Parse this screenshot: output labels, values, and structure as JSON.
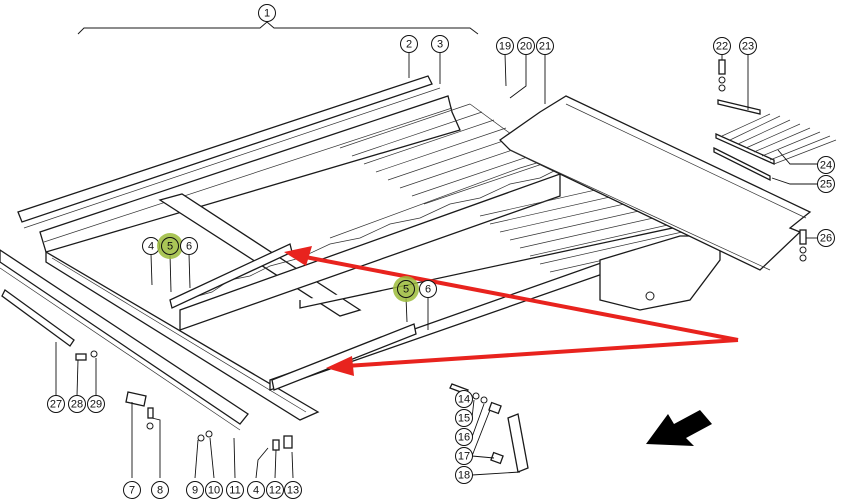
{
  "diagram": {
    "type": "exploded parts diagram",
    "subject": "sieve / grain pan frame assembly",
    "callouts": [
      {
        "id": "c1",
        "label": "1"
      },
      {
        "id": "c2",
        "label": "2"
      },
      {
        "id": "c3",
        "label": "3"
      },
      {
        "id": "c4a",
        "label": "4"
      },
      {
        "id": "c5a",
        "label": "5",
        "highlighted": true
      },
      {
        "id": "c6a",
        "label": "6"
      },
      {
        "id": "c5b",
        "label": "5",
        "highlighted": true
      },
      {
        "id": "c6b",
        "label": "6"
      },
      {
        "id": "c7",
        "label": "7"
      },
      {
        "id": "c8",
        "label": "8"
      },
      {
        "id": "c9",
        "label": "9"
      },
      {
        "id": "c10",
        "label": "10"
      },
      {
        "id": "c11",
        "label": "11"
      },
      {
        "id": "c4b",
        "label": "4"
      },
      {
        "id": "c12",
        "label": "12"
      },
      {
        "id": "c13",
        "label": "13"
      },
      {
        "id": "c14",
        "label": "14"
      },
      {
        "id": "c15",
        "label": "15"
      },
      {
        "id": "c16",
        "label": "16"
      },
      {
        "id": "c17",
        "label": "17"
      },
      {
        "id": "c18",
        "label": "18"
      },
      {
        "id": "c19",
        "label": "19"
      },
      {
        "id": "c20",
        "label": "20"
      },
      {
        "id": "c21",
        "label": "21"
      },
      {
        "id": "c22",
        "label": "22"
      },
      {
        "id": "c23",
        "label": "23"
      },
      {
        "id": "c24",
        "label": "24"
      },
      {
        "id": "c25",
        "label": "25"
      },
      {
        "id": "c26",
        "label": "26"
      },
      {
        "id": "c27",
        "label": "27"
      },
      {
        "id": "c28",
        "label": "28"
      },
      {
        "id": "c29",
        "label": "29"
      }
    ],
    "annotations": {
      "highlight_color": "#9bbb3a",
      "arrow_color": "#e8231e",
      "direction_arrow_color": "#000000",
      "red_arrows_point_to": "part 5 (two locations)"
    }
  }
}
